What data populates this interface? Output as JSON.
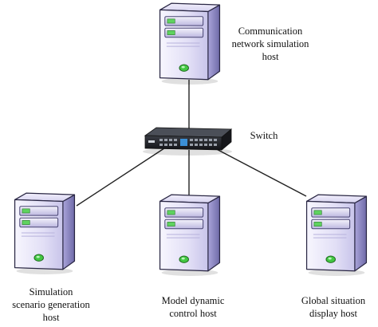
{
  "nodes": {
    "comm_host": {
      "lines": [
        "Communication",
        "network simulation",
        "host"
      ]
    },
    "switch": {
      "label": "Switch"
    },
    "sim_host": {
      "lines": [
        "Simulation",
        "scenario generation",
        "host"
      ]
    },
    "model_host": {
      "lines": [
        "Model dynamic",
        "control host"
      ]
    },
    "global_host": {
      "lines": [
        "Global situation",
        "display host"
      ]
    }
  },
  "colors": {
    "tower_light": "#eceaf8",
    "tower_mid": "#c9c6ea",
    "tower_dark": "#8e89c6",
    "tower_outline": "#2a2744",
    "drive_green": "#5fd35f",
    "led_green": "#42c742",
    "switch_body": "#1e2024",
    "line": "#222222"
  }
}
